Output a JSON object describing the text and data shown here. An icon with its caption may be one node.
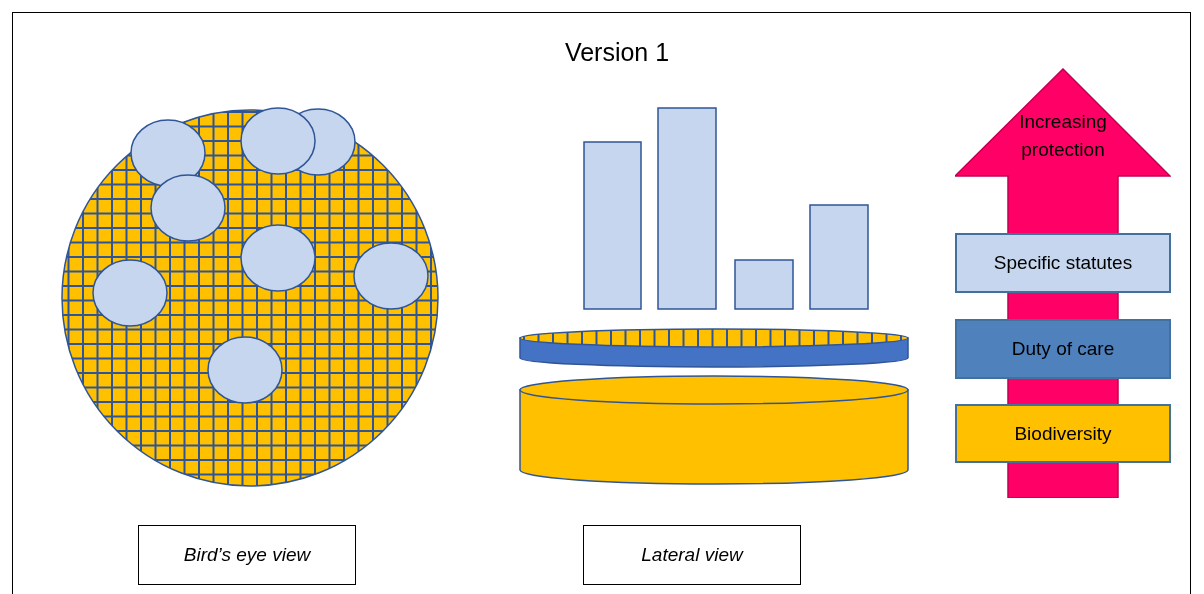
{
  "diagram": {
    "title": "Version 1",
    "nodes": [
      {
        "text": [
          "Increasing protection"
        ]
      },
      {
        "text": [
          "Specific statutes"
        ],
        "in": 0
      },
      {
        "text": [
          "Duty of care"
        ],
        "in": 0
      },
      {
        "text": [
          "Biodiversity"
        ],
        "in": 0
      },
      {
        "text": [
          "Bird’s eye view"
        ]
      },
      {
        "text": [
          "Lateral view"
        ]
      }
    ]
  }
}
